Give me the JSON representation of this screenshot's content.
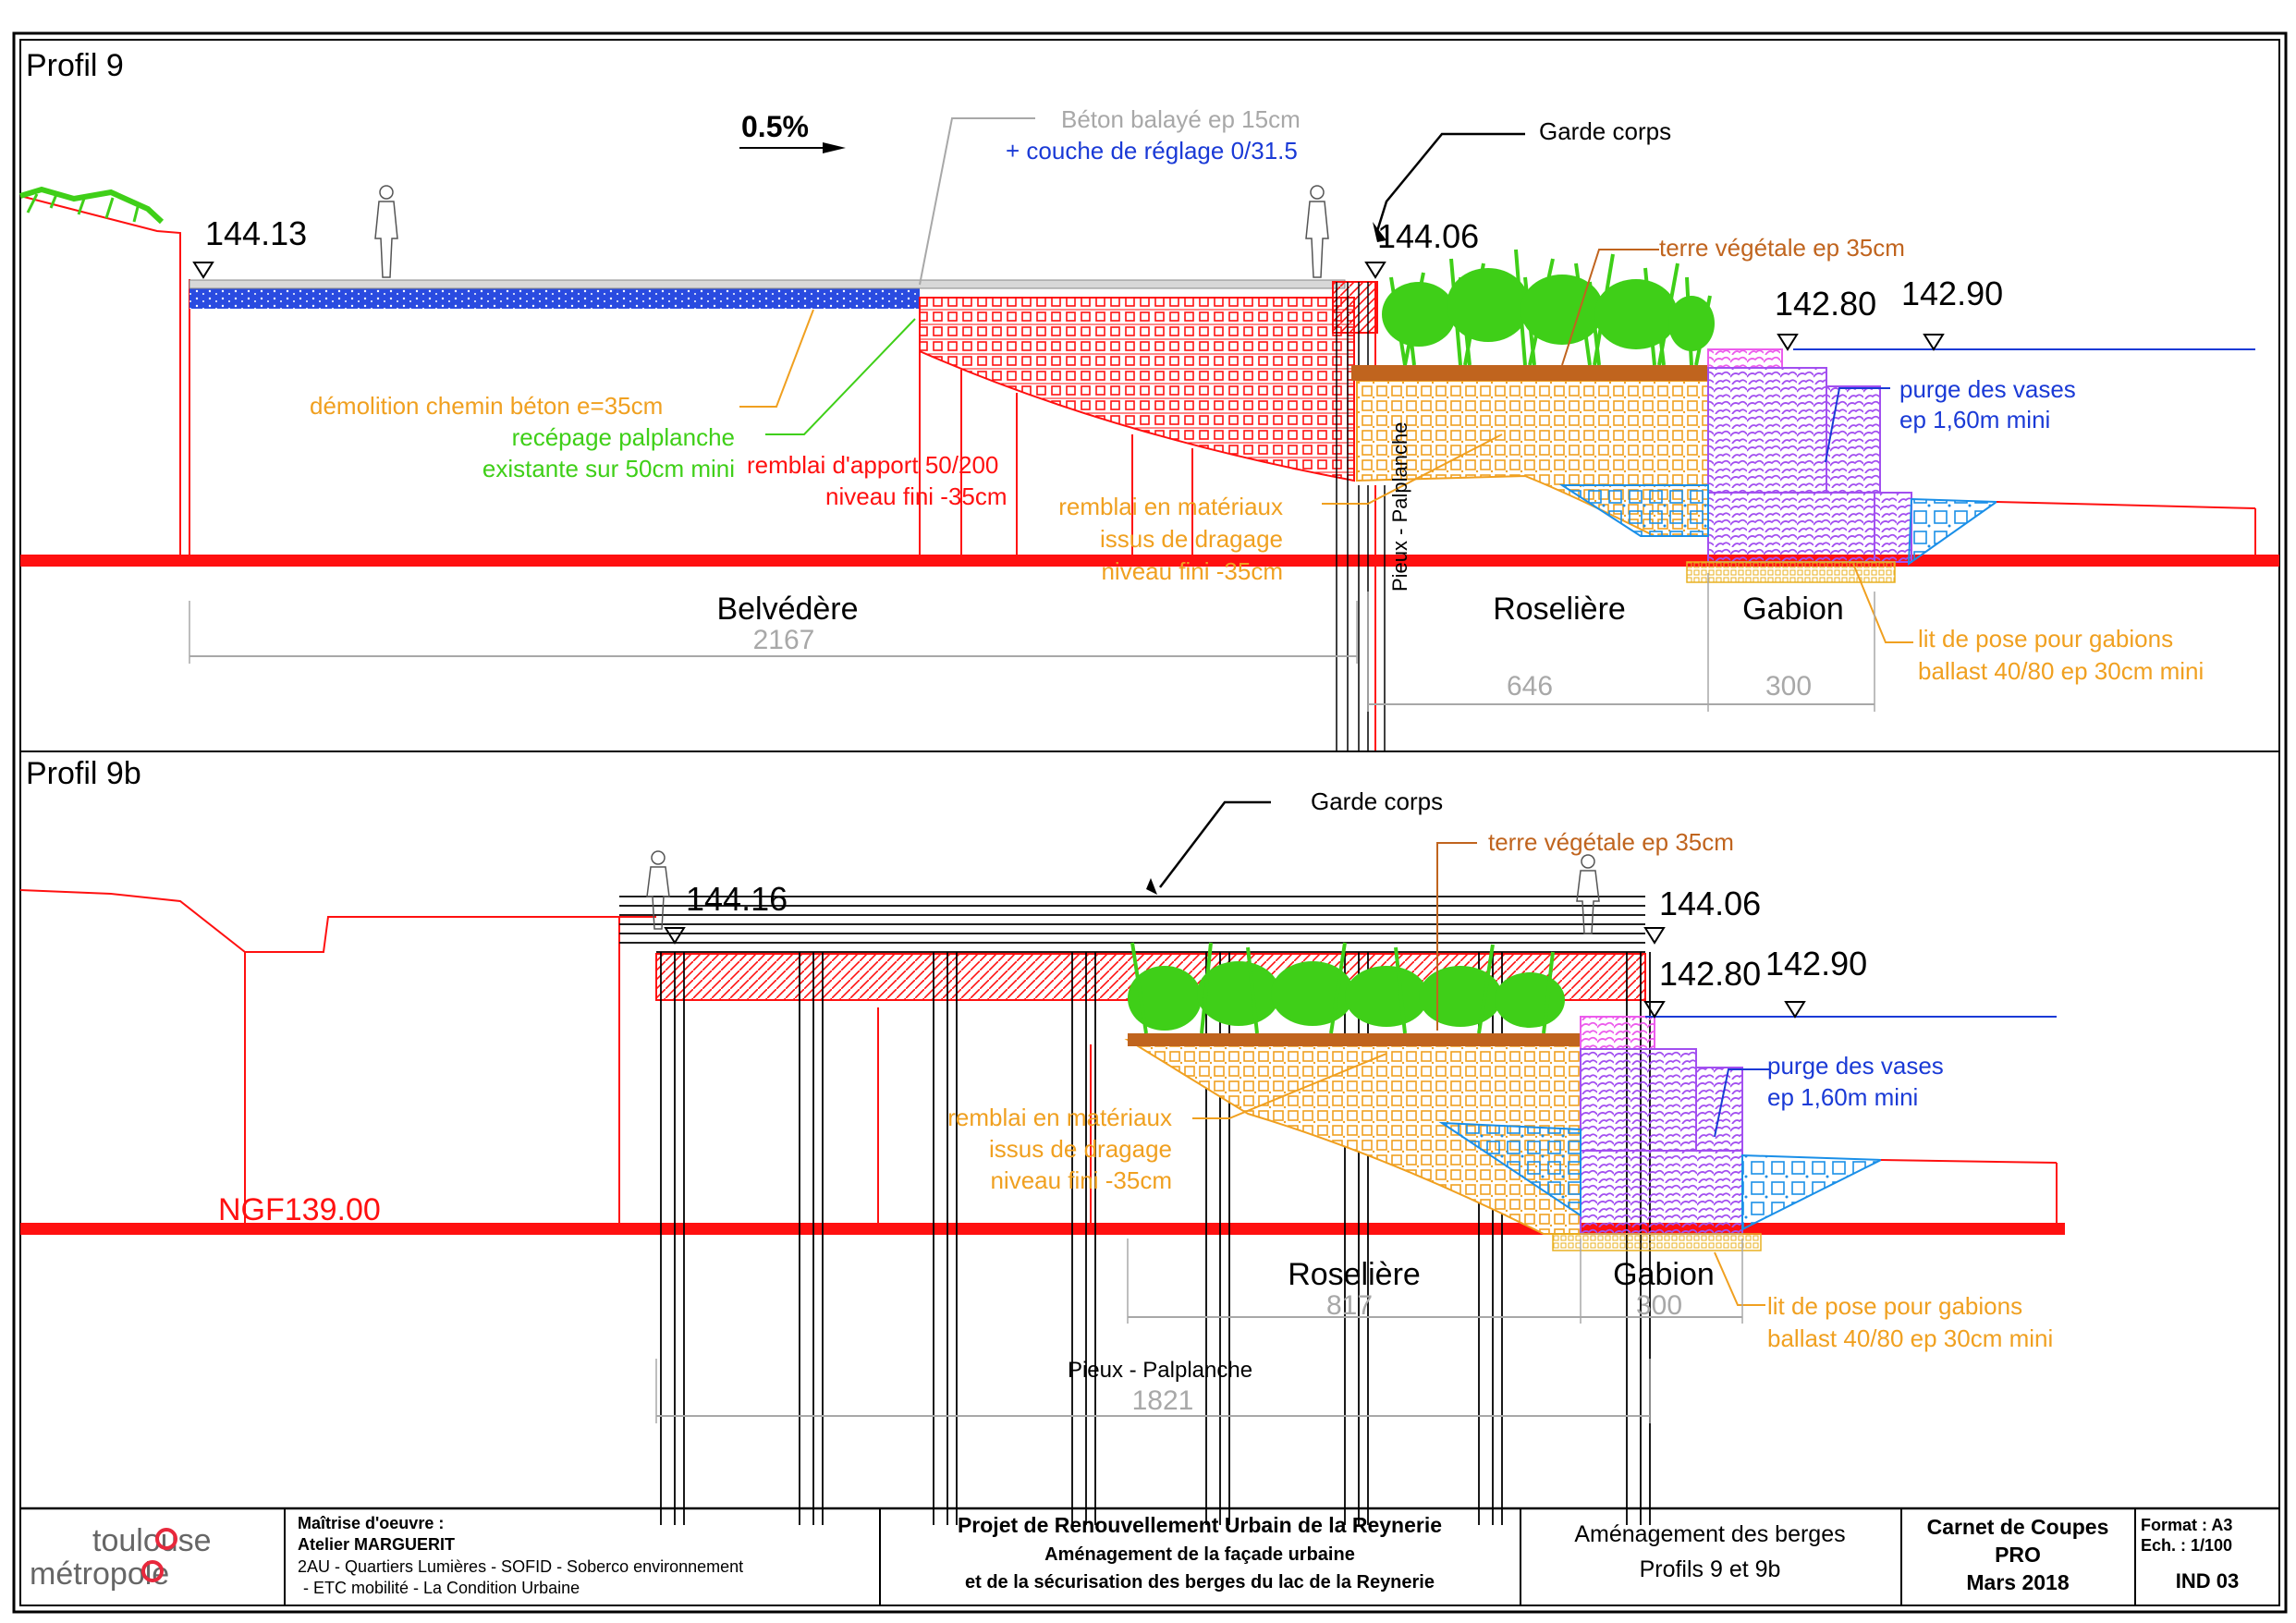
{
  "profile9": {
    "title": "Profil 9",
    "slope": "0.5%",
    "beton": "Béton balayé ep 15cm",
    "couche": "+ couche de réglage 0/31.5",
    "garde_corps": "Garde corps",
    "lvl_left": "144.13",
    "lvl_right": "144.06",
    "terre": "terre végétale ep 35cm",
    "lvl_gab": "142.80",
    "lvl_water": "142.90",
    "purge1": "purge des vases",
    "purge2": "ep 1,60m mini",
    "demolition": "démolition chemin béton e=35cm",
    "recepage1": "recépage palplanche",
    "recepage2": "existante sur 50cm mini",
    "remblai1": "remblai d'apport 50/200",
    "remblai2": "niveau fini -35cm",
    "drag1": "remblai en matériaux",
    "drag2": "issus de dragage",
    "drag3": "niveau fini -35cm",
    "pieux": "Pieux - Palplanche",
    "zone1": "Belvédère",
    "zone2": "Roselière",
    "zone3": "Gabion",
    "dim1": "2167",
    "dim2": "646",
    "dim3": "300",
    "lit1": "lit de pose pour gabions",
    "lit2": "ballast 40/80 ep 30cm mini"
  },
  "profile9b": {
    "title": "Profil 9b",
    "garde_corps": "Garde corps",
    "terre": "terre végétale ep 35cm",
    "lvl_left": "144.16",
    "lvl_right": "144.06",
    "lvl_gab": "142.80",
    "lvl_water": "142.90",
    "purge1": "purge des vases",
    "purge2": "ep 1,60m mini",
    "drag1": "remblai en matériaux",
    "drag2": "issus de dragage",
    "drag3": "niveau fini -35cm",
    "ngf": "NGF139.00",
    "zone1": "Roselière",
    "zone2": "Gabion",
    "dim1": "817",
    "dim2": "300",
    "pieux": "Pieux - Palplanche",
    "dim3": "1821",
    "lit1": "lit de pose pour gabions",
    "lit2": "ballast 40/80 ep 30cm mini"
  },
  "titleblock": {
    "logo1": "toulouse",
    "logo2": "métropole",
    "moe_label": "Maîtrise d'oeuvre :",
    "moe_name": "Atelier MARGUERIT",
    "moe_line1": "2AU - Quartiers Lumières - SOFID - Soberco environnement",
    "moe_line2": "- ETC mobilité - La Condition Urbaine",
    "proj1": "Projet de Renouvellement Urbain de la Reynerie",
    "proj2": "Aménagement de la façade urbaine",
    "proj3": "et de la sécurisation des berges du lac de la Reynerie",
    "sub1": "Aménagement des berges",
    "sub2": "Profils 9 et 9b",
    "carnet1": "Carnet de Coupes",
    "carnet2": "PRO",
    "carnet3": "Mars 2018",
    "format": "Format : A3",
    "ech": "Ech. : 1/100",
    "ind": "IND 03"
  },
  "colors": {
    "red": "#ff1010",
    "blue": "#1a3ad6",
    "orange": "#f0a020",
    "brown": "#c0641e",
    "green": "#3fcf18",
    "violet": "#a24ff0",
    "pink": "#ec5cec",
    "grey": "#a8a8a8"
  }
}
